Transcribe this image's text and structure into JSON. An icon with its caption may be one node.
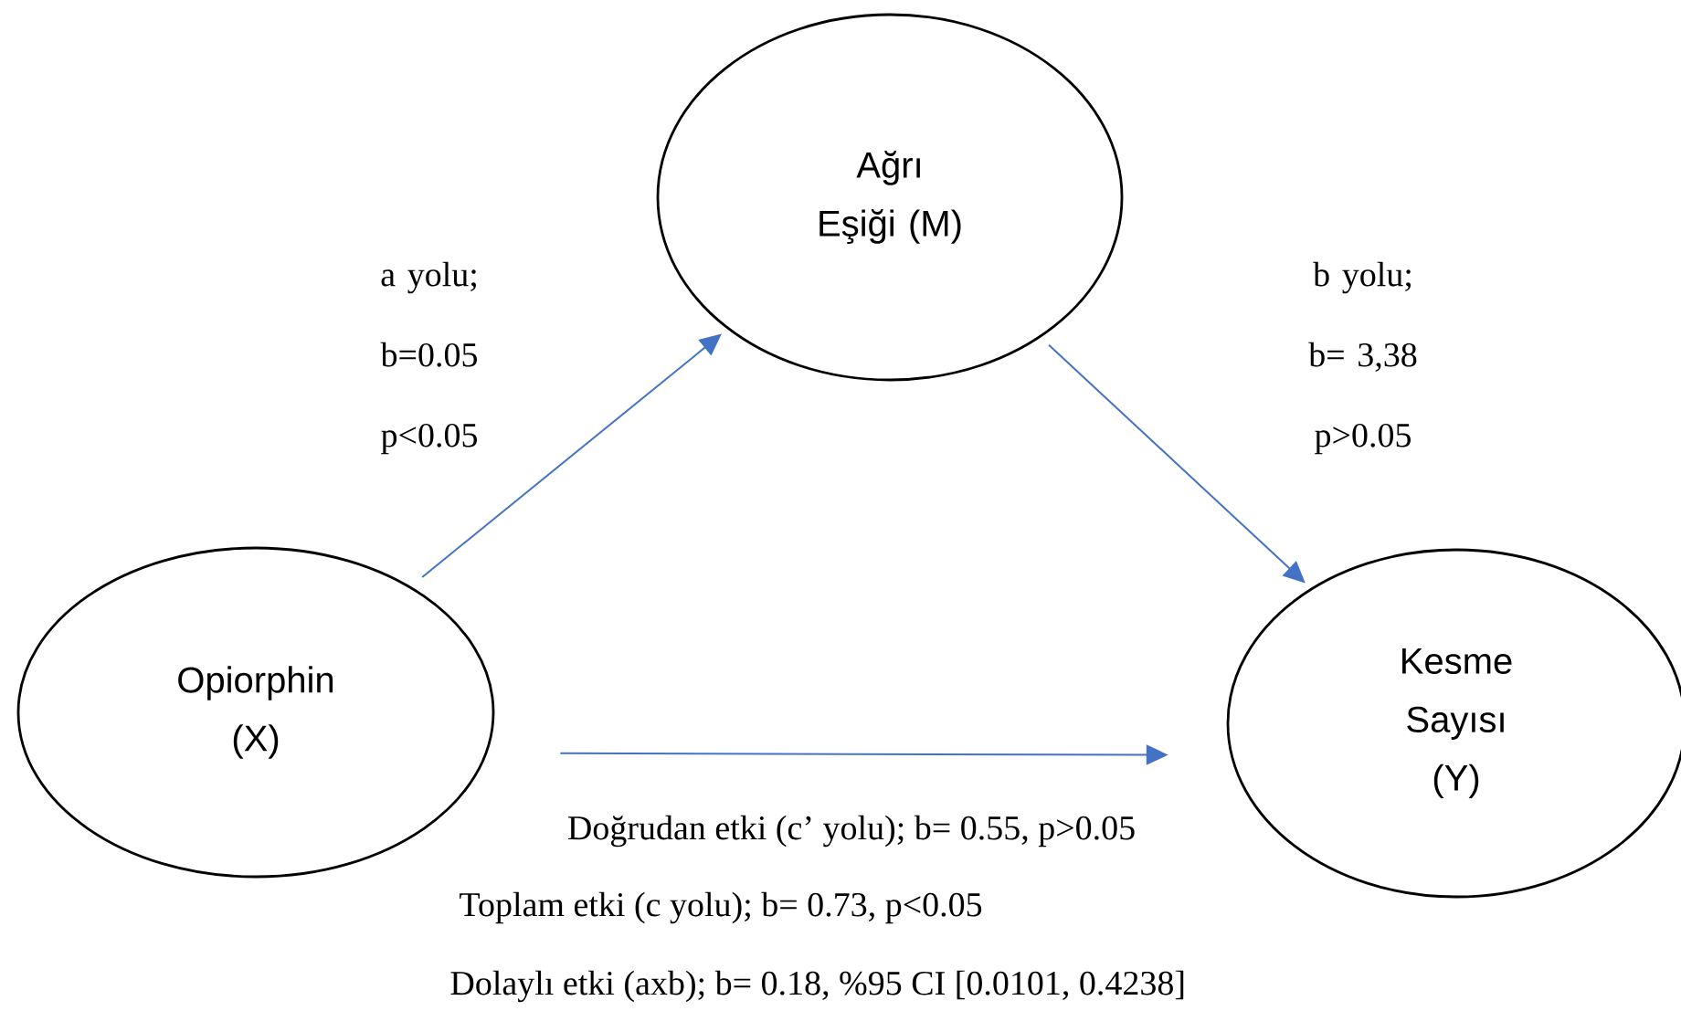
{
  "diagram": {
    "nodes": [
      {
        "text": [
          "Ağrı Eşiği (M)"
        ]
      },
      {
        "text": [
          "Opiorphin (X)"
        ]
      },
      {
        "text": [
          "Kesme Sayısı (Y)"
        ]
      }
    ],
    "edges": [
      {
        "from": 1,
        "to": 0,
        "arrow": "to",
        "label": "a yolu; b=0.05 p<0.05",
        "color": "#4472c4"
      },
      {
        "from": 0,
        "to": 2,
        "arrow": "to",
        "label": "b yolu; b= 3,38 p>0.05",
        "color": "#4472c4"
      },
      {
        "from": 1,
        "to": 2,
        "arrow": "to",
        "label": "Doğrudan etki (c’ yolu); b= 0.55, p>0.05",
        "color": "#4472c4"
      }
    ],
    "labels": [
      "Toplam etki (c yolu); b= 0.73, p<0.05",
      "Dolaylı etki (axb); b= 0.18, %95 CI [0.0101, 0.4238]"
    ]
  }
}
